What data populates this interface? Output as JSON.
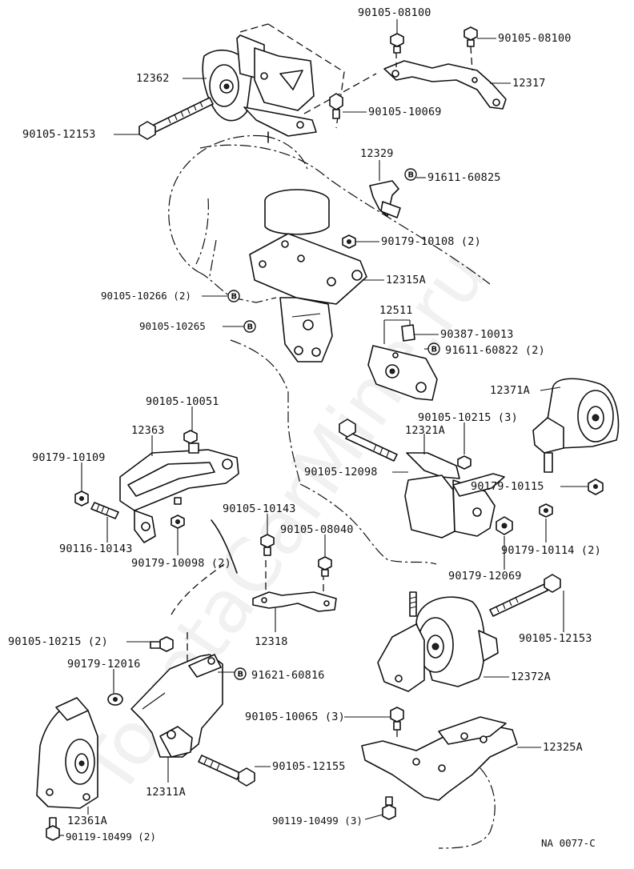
{
  "watermark": "ToyotaCarMine.ru",
  "footer_code": "NA 0077-C",
  "callout_letter": "B",
  "labels": {
    "p90105_08100_a": "90105-08100",
    "p90105_08100_b": "90105-08100",
    "p12317": "12317",
    "p12362": "12362",
    "p90105_10069": "90105-10069",
    "p90105_12153_a": "90105-12153",
    "p12329": "12329",
    "p91611_60825": "91611-60825",
    "p90179_10108": "90179-10108 (2)",
    "p12315A": "12315A",
    "p90105_10266": "90105-10266 (2)",
    "p90105_10265": "90105-10265",
    "p12511": "12511",
    "p90387_10013": "90387-10013",
    "p91611_60822": "91611-60822 (2)",
    "p12371A": "12371A",
    "p90105_10051": "90105-10051",
    "p12363": "12363",
    "p90105_10215_3": "90105-10215 (3)",
    "p12321A": "12321A",
    "p90179_10109": "90179-10109",
    "p90105_12098": "90105-12098",
    "p90179_10115": "90179-10115",
    "p90105_10143": "90105-10143",
    "p90105_08040": "90105-08040",
    "p90116_10143": "90116-10143",
    "p90179_10114": "90179-10114 (2)",
    "p90179_10098": "90179-10098 (2)",
    "p90179_12069": "90179-12069",
    "p12318": "12318",
    "p90105_12153_b": "90105-12153",
    "p90105_10215_2": "90105-10215 (2)",
    "p90179_12016": "90179-12016",
    "p91621_60816": "91621-60816",
    "p12372A": "12372A",
    "p90105_10065": "90105-10065 (3)",
    "p12325A": "12325A",
    "p90105_12155": "90105-12155",
    "p12311A": "12311A",
    "p12361A": "12361A",
    "p90119_10499_3": "90119-10499 (3)",
    "p90119_10499_2": "90119-10499 (2)"
  }
}
